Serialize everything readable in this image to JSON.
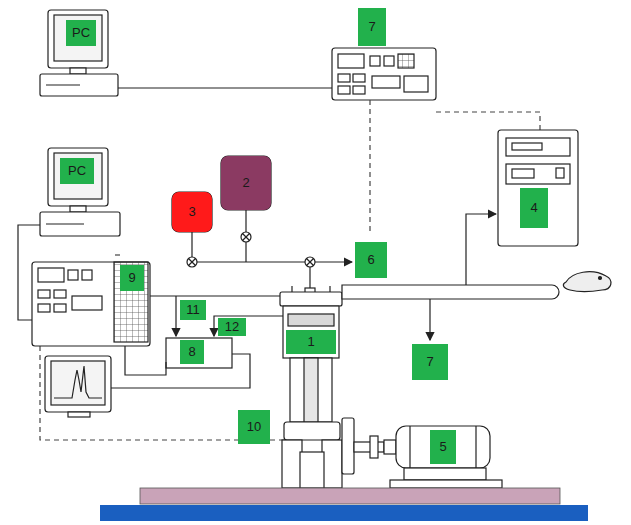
{
  "diagram": {
    "nodes": [
      {
        "text": [
          "PC"
        ]
      },
      {
        "text": [
          "7"
        ]
      },
      {
        "text": [
          "2"
        ]
      },
      {
        "text": [
          "3"
        ]
      },
      {
        "text": [
          "6"
        ]
      },
      {
        "text": [
          "4"
        ]
      },
      {
        "text": [
          "PC"
        ]
      },
      {
        "text": [
          "9"
        ]
      },
      {
        "text": [
          "11"
        ]
      },
      {
        "text": [
          "12"
        ]
      },
      {
        "text": [
          "8"
        ]
      },
      {
        "text": [
          "1"
        ]
      },
      {
        "text": [
          "7"
        ]
      },
      {
        "text": [
          "10"
        ]
      },
      {
        "text": [
          "5"
        ]
      }
    ]
  }
}
